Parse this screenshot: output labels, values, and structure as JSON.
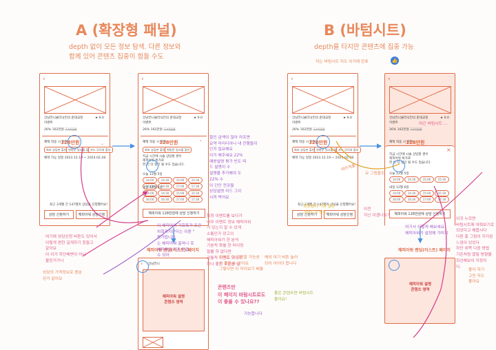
{
  "titles": {
    "a": "A (확장형 패널)",
    "b": "B (바텀시트)"
  },
  "subtitles": {
    "a_line1": "depth 없이 모든 정보 탐색. 다른 정보와",
    "a_line2": "함께 있어 콘텐츠 집중이 힘들 수도",
    "b_line1": "depth를 타지만 콘텐츠에 집중 가능"
  },
  "screen": {
    "venue": "강남언니클리닉언의 준대교정",
    "event": "이벤트",
    "rating": "★ 9.0",
    "discount_price": "26% 162만원",
    "strike_price": "220만원",
    "highlight_label": "혜택 적용 시 최저",
    "highlight_price": "128만원",
    "chip1": "최초 상담만 할인",
    "chip2": "첫방문 일시불 할인",
    "chip3": "카드 무이자 할부",
    "reservation_text": "예약 가능 일정 2023.12.19 ~ 2024.02.28",
    "footer_text": "최근 3개월 간 147명이 상담을 신청했어요!",
    "btn_consult": "상담 신청하기",
    "btn_hair": "헤피아워 상담신청",
    "panel_line1": "지금 시간에 시술 상담할 경우",
    "panel_line2": "헤피아워 특가로",
    "panel_line3": "한 번 더 할인 될 수도 있습니다.",
    "slots": [
      "14:00",
      "14:30",
      "15:00",
      "15:30",
      "16:00",
      "16:30",
      "17:00",
      "17:30",
      "18:00"
    ],
    "slot_header1": "오늘 12월 5일",
    "slot_header2": "내일 12월 6일",
    "btn_hair_large": "헤피아워 128만원에 상담 신청하기"
  },
  "detail_page": {
    "caption": "헤피아워 랜딩(이스트) 페이지",
    "sheet_title_line1": "헤피아워 설명",
    "sheet_title_line2": "콘텐츠 영역",
    "back_label": "강남언니"
  },
  "annotations": {
    "a_pink_left": "여기에 상담신청 버튼도 있어서\n이렇게 편한 길게하기 힘들고\n같아요\n이 이거 하단배변이 아니\n불린거가나",
    "a_orange_left": "상담의 가격정보로 충분\n된거 같아요",
    "a_purple_right_panel": "할인 금액이 많아 라프면\n요약 미리디어니 내 진행들이\n인지 필요해요\n이거 해주세요 22%\n예방설명 평가 빈도 따\n드 설명이 수\n설명을 추가해야 도\n22% 수\n이 간단 전공들\n상담설명 리드 그이\n시켜 박어요",
    "a_purple_mid": "이 헤피아워 기회특가 조건\n차회카지난다는 이용 \"\n평가됩니다\n는 해피아워 출마나 호\n헤피아워 가지 간결 \n수 되어",
    "a_pink_mid": "특정 이벤트를 보다가\n너무 이벤트 정보 해피아워\n가 있는지 알 수 있게\n소통인가 광고의\n해피아워가 한 분석 \n기본적 특별 한 타이밍\n할를 하 없다면 \n공통적 이벤트 모아주\n하나 좋은 쿠폰을 설\n",
    "a_orange_mid": "아마도 이 간편할 가능성 \n이 좋을 수 같아요\n그렇다면 이 미리보기 배통",
    "a_pink_bottom": "콘텐츠만\n이 페이지 바텀시트로도\n이 좋을 수 있나요??",
    "a_purple_bottom": "가능합니다",
    "b_orange_top": "저는 바텀시트 저도 이거에 한표",
    "b_orange_mid": "여러개를",
    "b_orange_next": "요 그림들도",
    "b_pink_right": "여긴 바텀시트 ...",
    "b_orange_right": "좋은 콘텐츠면 바텀시트\n좋아요!",
    "b_mid_notes": "이전\n지난 이겠나요?",
    "b_left_gray": "확장형이 가장 많은\n가이드가 있죠",
    "b_right_pink": "이것 누르면\n바텀시트에 여쭤보기로\n되었다고 해봅시다\n다른 흥 그림이 지지된\n느낌이 있었다\n하단 위쪽 다음 방법\n기존처럼 열릴 방향을\n회선해보이 지장이\n다.",
    "b_right_orange": "좋아 하기\n고민 저도\n좋아요",
    "b_under_left": "해외 여기 버튼 눌러 \n되어 어어야 합니다",
    "b_under_purple": "여기서 이렇게 해보세요\n해피아워가 설정에 가미지"
  }
}
